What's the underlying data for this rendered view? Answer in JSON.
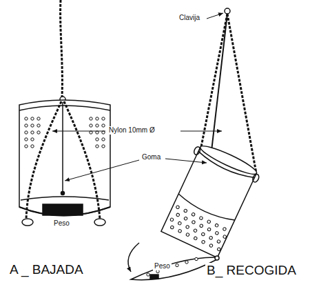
{
  "diagram": {
    "labels": [
      "Clavija",
      "Nylon 10mm Ø",
      "Goma",
      "Peso",
      "A _ BAJADA",
      "B_ RECOGIDA",
      "Peso"
    ]
  }
}
